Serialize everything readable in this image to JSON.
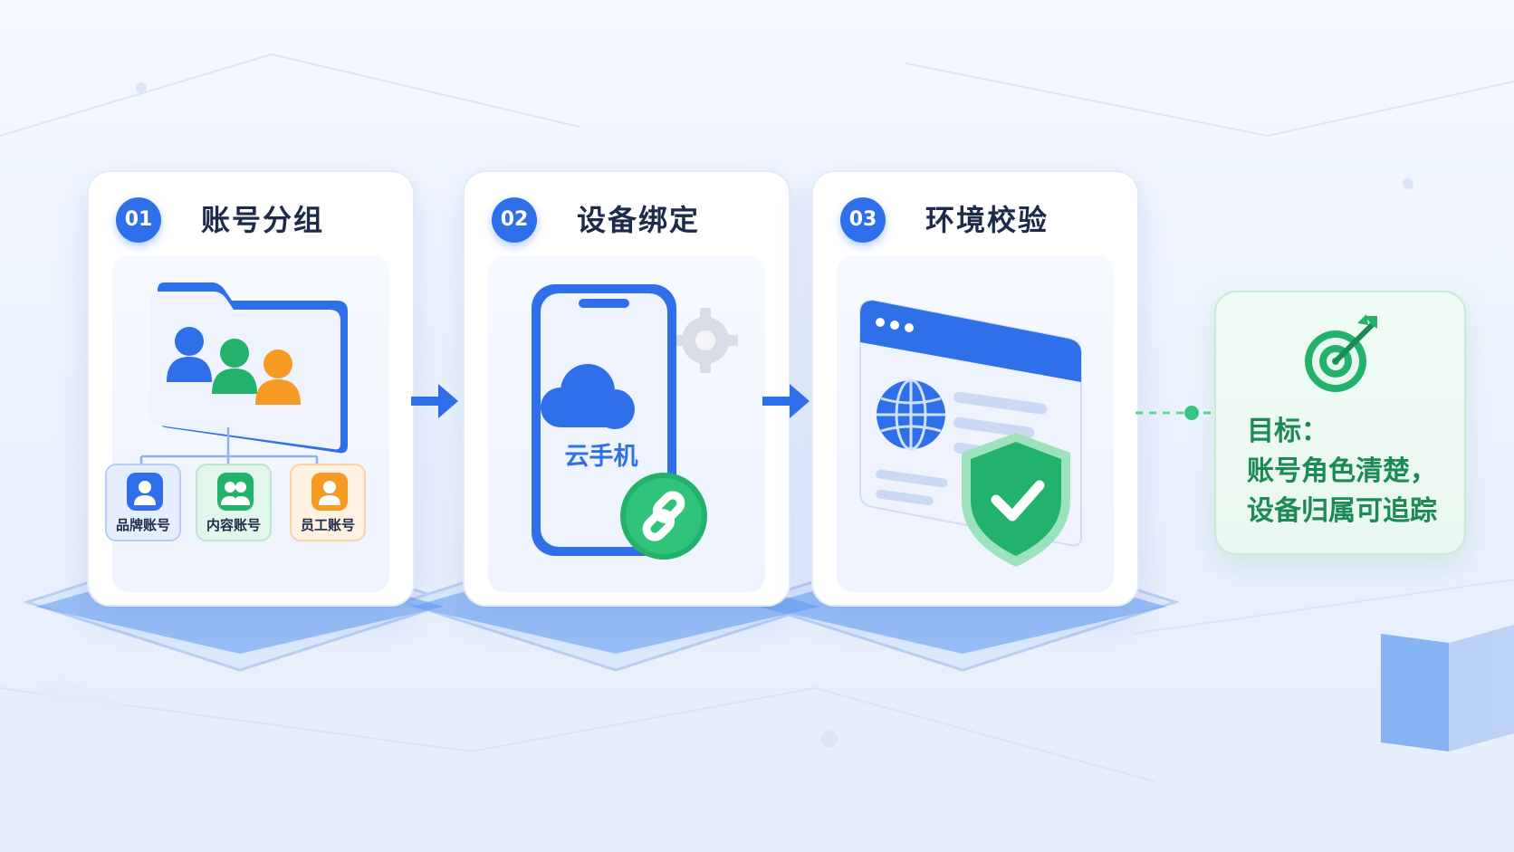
{
  "steps": [
    {
      "number": "01",
      "title": "账号分组",
      "tags": [
        "品牌账号",
        "内容账号",
        "员工账号"
      ]
    },
    {
      "number": "02",
      "title": "设备绑定",
      "phone_label": "云手机"
    },
    {
      "number": "03",
      "title": "环境校验"
    }
  ],
  "goal": {
    "line1": "目标：",
    "line2": "账号角色清楚，",
    "line3": "设备归属可追踪"
  },
  "colors": {
    "primary_blue": "#2f6fea",
    "green": "#22b26b",
    "orange": "#f59a23",
    "goal_green": "#1b8a55"
  },
  "icons": [
    "folder-icon",
    "users-icon",
    "user-icon",
    "group-icon",
    "phone-icon",
    "cloud-icon",
    "gear-icon",
    "link-icon",
    "browser-window-icon",
    "globe-icon",
    "shield-check-icon",
    "target-icon",
    "arrow-right-icon"
  ]
}
